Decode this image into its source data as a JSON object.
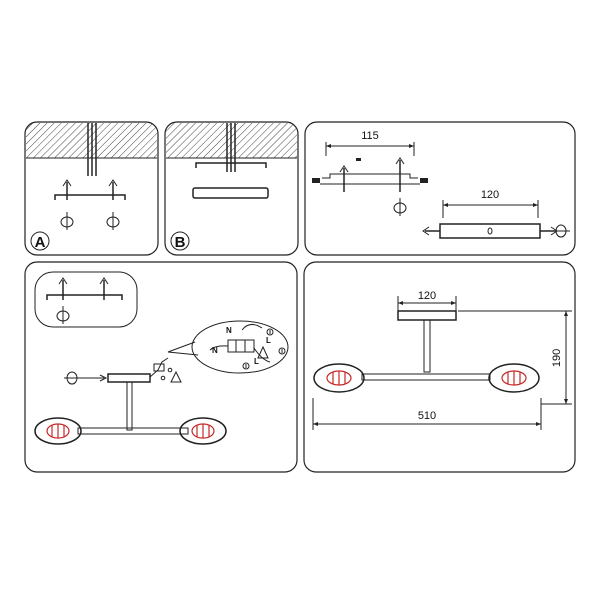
{
  "panels": {
    "a": {
      "letter": "A"
    },
    "b": {
      "letter": "B"
    },
    "c": {
      "dim_bracket": "115",
      "dim_plate": "120"
    },
    "d": {
      "wire_n": "N",
      "wire_l": "L",
      "wire_n2": "N",
      "wire_l2": "L"
    },
    "e": {
      "dim_plate": "120",
      "dim_height": "190",
      "dim_width": "510"
    }
  },
  "colors": {
    "line": "#222222",
    "hatch": "#444444",
    "led": "#c62828"
  }
}
